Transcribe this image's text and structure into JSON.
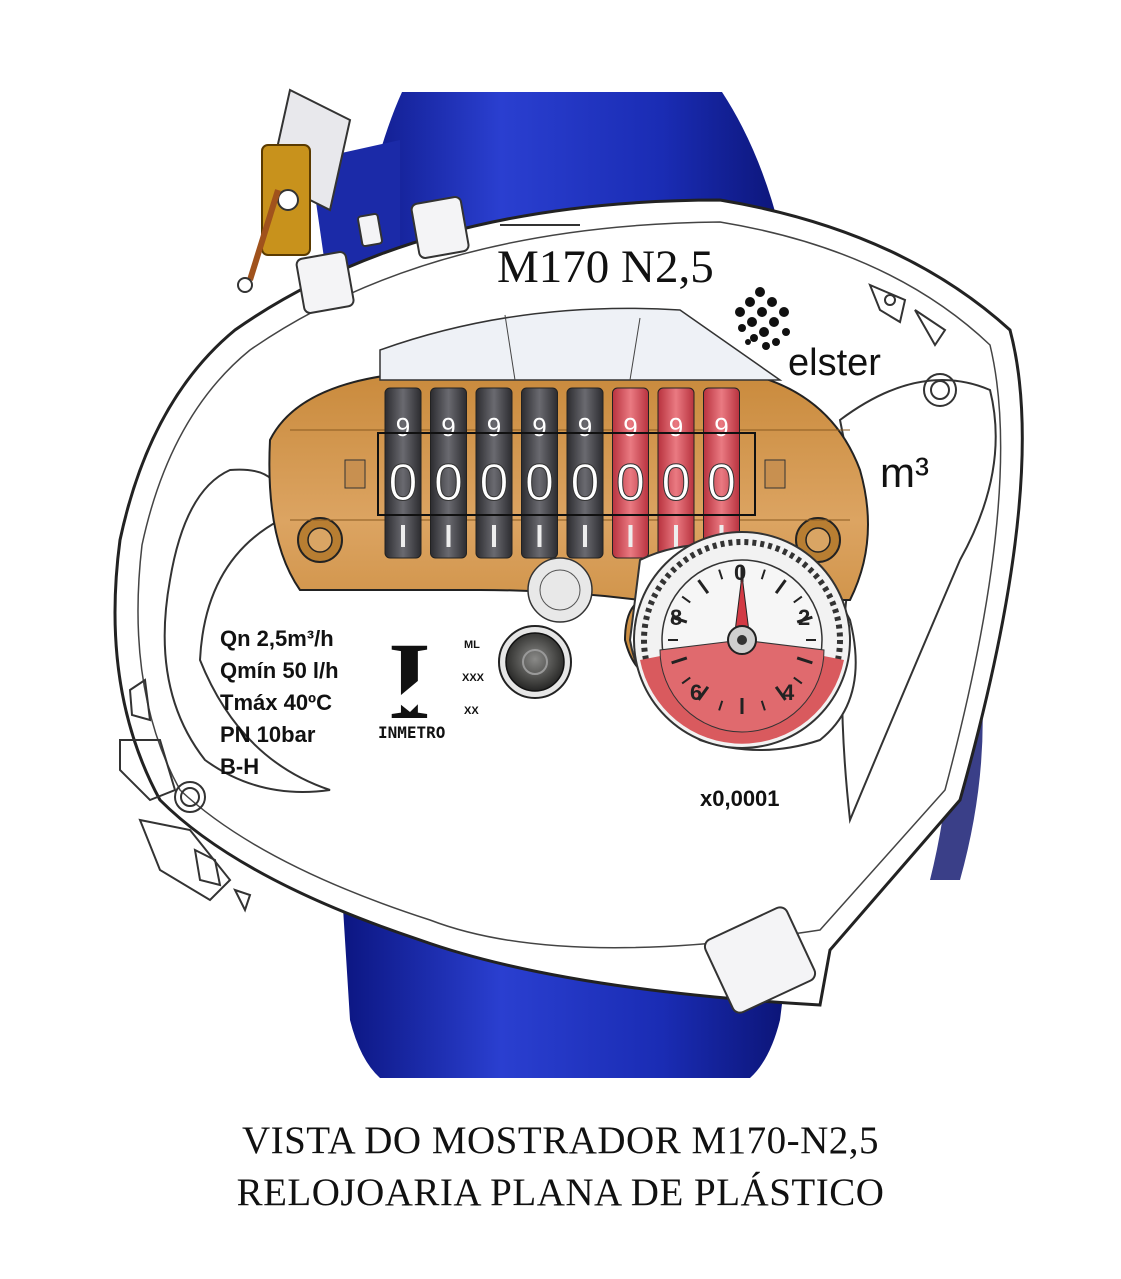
{
  "model_label": "M170 N2,5",
  "brand": "elster",
  "unit": "m³",
  "multiplier": "x0,0001",
  "specs": [
    "Qn  2,5m³/h",
    "Qmín  50 l/h",
    "Tmáx  40ºC",
    "PN  10bar",
    "B-H"
  ],
  "inmetro": {
    "logo_letter": "I",
    "name": "INMETRO",
    "codes": [
      "ML",
      "XXX",
      "XX"
    ]
  },
  "counter": {
    "upper_digits": [
      "9",
      "9",
      "9",
      "9",
      "9",
      "9",
      "9",
      "9"
    ],
    "main_digits": [
      "0",
      "0",
      "0",
      "0",
      "0",
      "0",
      "0",
      "0"
    ],
    "black_count": 5,
    "red_count": 3
  },
  "dial": {
    "labels": [
      "0",
      "2",
      "4",
      "6",
      "8"
    ]
  },
  "caption": {
    "line1": "VISTA DO MOSTRADOR M170-N2,5",
    "line2": "RELOJOARIA PLANA DE PLÁSTICO"
  },
  "colors": {
    "body_blue": "#1d2fb8",
    "window_amber": "#d49a4e",
    "red_rollers": "#d64a55",
    "black_rollers": "#444448",
    "dial_red": "#d95a5e"
  }
}
